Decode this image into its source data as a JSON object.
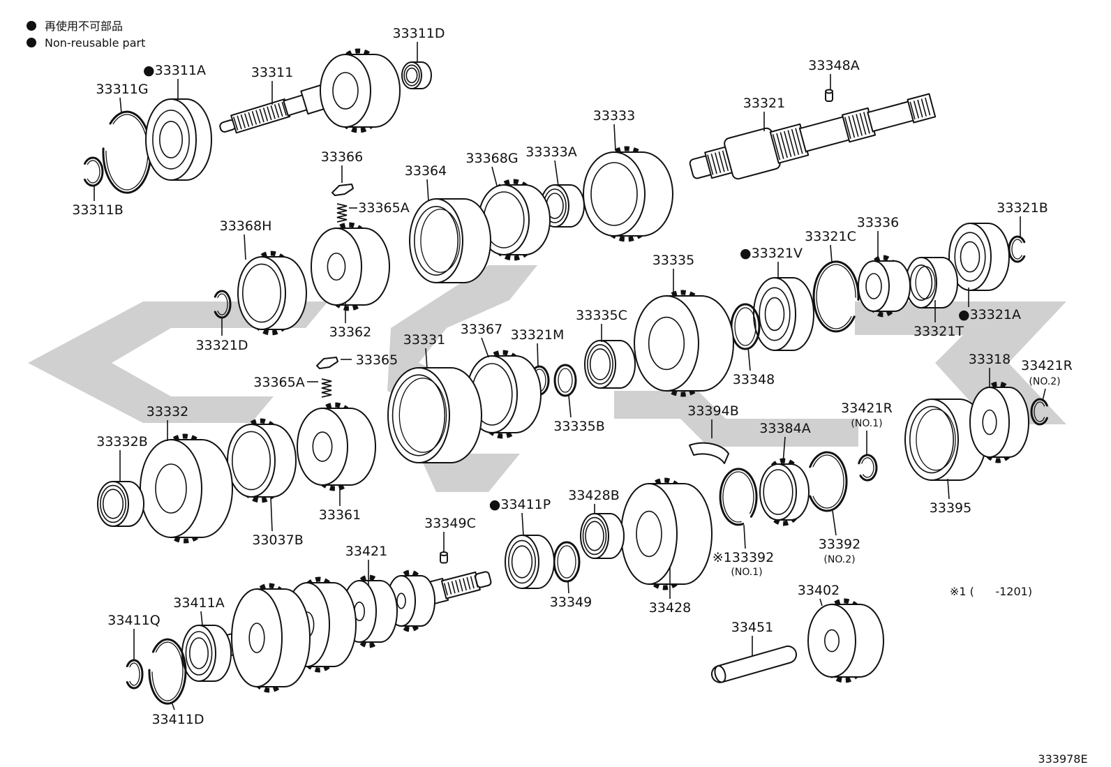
{
  "legend": {
    "items": [
      {
        "text": "再使用不可部品"
      },
      {
        "text": "Non-reusable part"
      }
    ]
  },
  "labels": [
    "33311D",
    "●33311A",
    "33311",
    "33311G",
    "33311B",
    "33348A",
    "33321",
    "33333",
    "33366",
    "33364",
    "33368G",
    "33333A",
    "33365A",
    "33321B",
    "33368H",
    "33336",
    "33321C",
    "●33321V",
    "33335",
    "33321D",
    "33362",
    "33321T",
    "●33321A",
    "33331",
    "33367",
    "33321M",
    "33335C",
    "33365",
    "33348",
    "33318",
    "33421R",
    "(NO.2)",
    "33365A",
    "33332",
    "33394B",
    "33421R",
    "(NO.1)",
    "33332B",
    "33384A",
    "33335B",
    "33428B",
    "●33411P",
    "33395",
    "33361",
    "33037B",
    "33349C",
    "33392",
    "(NO.2)",
    "※133392",
    "(NO.1)",
    "33421",
    "33349",
    "33428",
    "33402",
    "33411A",
    "33411Q",
    "33451",
    "33411D"
  ],
  "footnote": "※1 (      -1201)",
  "diagram_id": "333978E",
  "colors": {
    "line": "#111111",
    "watermark": "#c8c8c8",
    "background": "#ffffff"
  }
}
